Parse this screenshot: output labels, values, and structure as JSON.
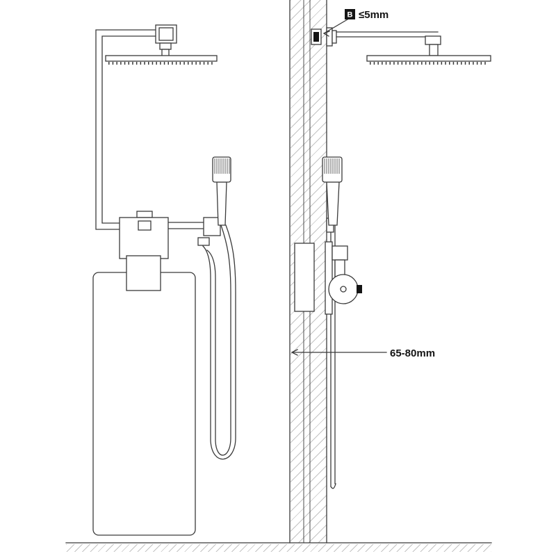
{
  "diagram": {
    "type": "technical-installation-drawing",
    "annotations": {
      "marker_b": "B",
      "flange_gap": "≤5mm",
      "recess_depth": "65-80mm"
    },
    "colors": {
      "line": "#3a3a3a",
      "dark": "#141414",
      "hatch": "#c3c3c3",
      "background": "#ffffff"
    }
  }
}
